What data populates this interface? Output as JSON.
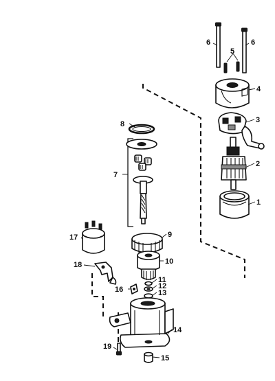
{
  "callouts": {
    "c1": "1",
    "c2": "2",
    "c3": "3",
    "c4": "4",
    "c5": "5",
    "c6a": "6",
    "c6b": "6",
    "c7": "7",
    "c8": "8",
    "c9": "9",
    "c10": "10",
    "c11": "11",
    "c12": "12",
    "c13": "13",
    "c14": "14",
    "c15": "15",
    "c16": "16",
    "c17": "17",
    "c18": "18",
    "c19": "19"
  }
}
